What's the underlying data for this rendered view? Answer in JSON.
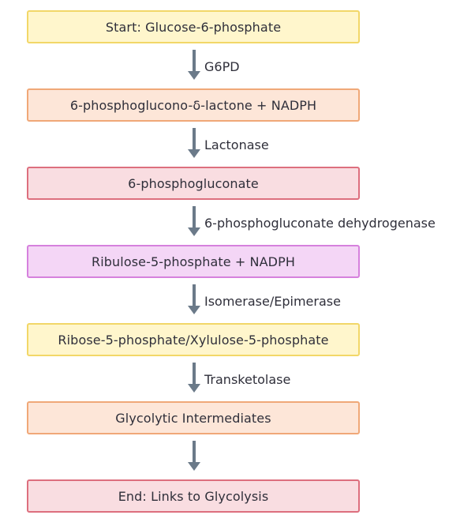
{
  "nodes": [
    {
      "label": "Start: Glucose-6-phosphate",
      "color": "#fff6cc"
    },
    {
      "label": "6-phosphoglucono-δ-lactone + NADPH",
      "color": "#fde6d8"
    },
    {
      "label": "6-phosphogluconate",
      "color": "#f9dde1"
    },
    {
      "label": "Ribulose-5-phosphate + NADPH",
      "color": "#f4d6f6"
    },
    {
      "label": "Ribose-5-phosphate/Xylulose-5-phosphate",
      "color": "#fff6cc"
    },
    {
      "label": "Glycolytic Intermediates",
      "color": "#fde6d8"
    },
    {
      "label": "End: Links to Glycolysis",
      "color": "#f9dde1"
    }
  ],
  "edges": [
    {
      "label": "G6PD"
    },
    {
      "label": "Lactonase"
    },
    {
      "label": "6-phosphogluconate dehydrogenase"
    },
    {
      "label": "Isomerase/Epimerase"
    },
    {
      "label": "Transketolase"
    },
    {
      "label": ""
    }
  ],
  "colors": {
    "arrow": "#6b7a89"
  }
}
